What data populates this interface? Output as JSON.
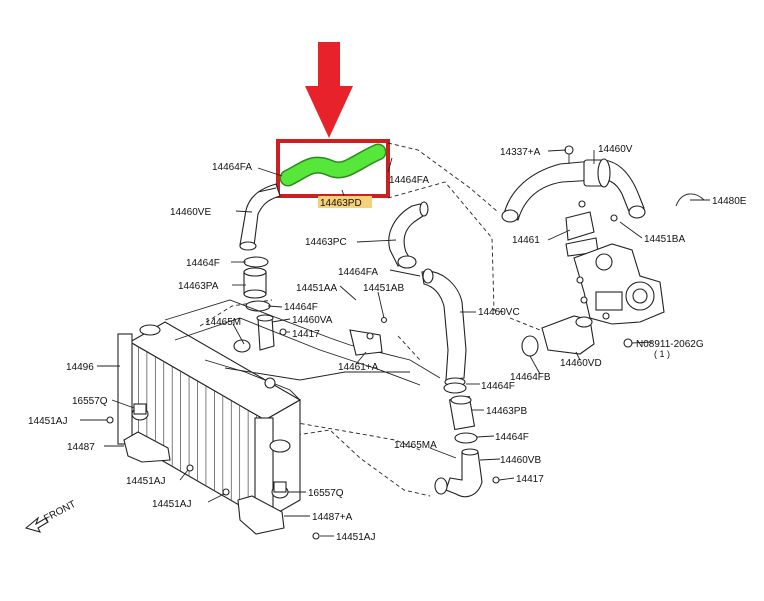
{
  "colors": {
    "arrow": "#e8222a",
    "highlight_box": "#cc1f1f",
    "highlight_hose": "#57e63a",
    "part_label_highlight": "#f5d27a"
  },
  "labels": {
    "l14464FA_a": "14464FA",
    "l14464FA_b": "14464FA",
    "l14337A": "14337+A",
    "l14460V": "14460V",
    "l14480E": "14480E",
    "l14460VE": "14460VE",
    "l14463PD": "14463PD",
    "l14463PC": "14463PC",
    "l14461": "14461",
    "l14451BA": "14451BA",
    "l14464F_a": "14464F",
    "l14464FA_c": "14464FA",
    "l14463PA": "14463PA",
    "l14451AA": "14451AA",
    "l14451AB": "14451AB",
    "l14464F_b": "14464F",
    "l14465M": "14465M",
    "l14460VA": "14460VA",
    "l14417_a": "14417",
    "l14460VC": "14460VC",
    "l08911": "N08911-2062G",
    "l08911_qty": "( 1 )",
    "l14496": "14496",
    "l14461A": "14461+A",
    "l14464FB": "14464FB",
    "l14460VD": "14460VD",
    "l14464F_c": "14464F",
    "l16557Q_a": "16557Q",
    "l14451AJ_a": "14451AJ",
    "l14463PB": "14463PB",
    "l14487": "14487",
    "l14464F_d": "14464F",
    "l14465MA": "14465MA",
    "l14460VB": "14460VB",
    "l14451AJ_b": "14451AJ",
    "l14417_b": "14417",
    "l14451AJ_c": "14451AJ",
    "l16557Q_b": "16557Q",
    "l14487A": "14487+A",
    "l14451AJ_d": "14451AJ",
    "front": "FRONT"
  }
}
